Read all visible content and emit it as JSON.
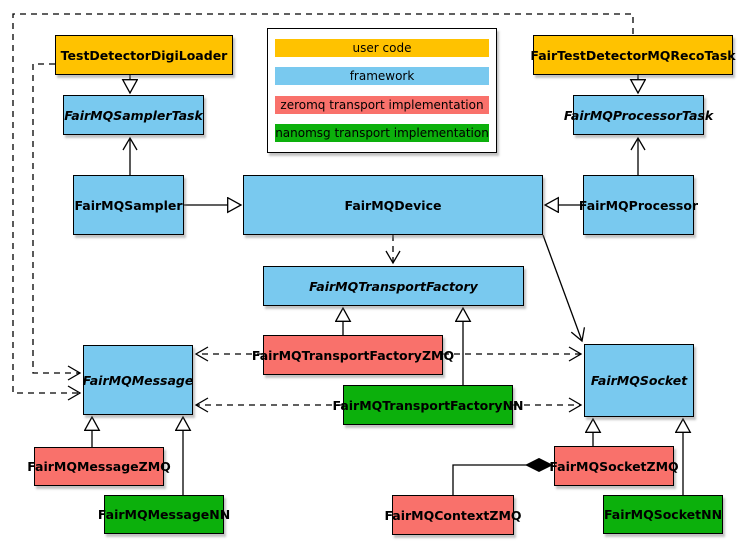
{
  "diagram": {
    "kind": "uml-class-diagram",
    "subject": "FairMQ transport classes"
  },
  "colors": {
    "user_code": "#ffc200",
    "framework": "#79c9ef",
    "zeromq": "#f9716b",
    "nanomsg": "#0cb00c",
    "background": "#ffffff",
    "line": "#000000"
  },
  "legend": {
    "items": [
      {
        "label": "user code",
        "category": "user_code"
      },
      {
        "label": "framework",
        "category": "framework"
      },
      {
        "label": "zeromq transport implementation",
        "category": "zeromq"
      },
      {
        "label": "nanomsg transport implementation",
        "category": "nanomsg"
      }
    ]
  },
  "nodes": {
    "test_detector_digi_loader": {
      "label": "TestDetectorDigiLoader",
      "category": "user_code",
      "abstract": false
    },
    "fair_test_detector_mq_reco_task": {
      "label": "FairTestDetectorMQRecoTask",
      "category": "user_code",
      "abstract": false
    },
    "fairmq_sampler_task": {
      "label": "FairMQSamplerTask",
      "category": "framework",
      "abstract": true
    },
    "fairmq_processor_task": {
      "label": "FairMQProcessorTask",
      "category": "framework",
      "abstract": true
    },
    "fairmq_sampler": {
      "label": "FairMQSampler",
      "category": "framework",
      "abstract": false
    },
    "fairmq_device": {
      "label": "FairMQDevice",
      "category": "framework",
      "abstract": false
    },
    "fairmq_processor": {
      "label": "FairMQProcessor",
      "category": "framework",
      "abstract": false
    },
    "fairmq_transport_factory": {
      "label": "FairMQTransportFactory",
      "category": "framework",
      "abstract": true
    },
    "fairmq_transport_factory_zmq": {
      "label": "FairMQTransportFactoryZMQ",
      "category": "zeromq",
      "abstract": false
    },
    "fairmq_transport_factory_nn": {
      "label": "FairMQTransportFactoryNN",
      "category": "nanomsg",
      "abstract": false
    },
    "fairmq_message": {
      "label": "FairMQMessage",
      "category": "framework",
      "abstract": true
    },
    "fairmq_socket": {
      "label": "FairMQSocket",
      "category": "framework",
      "abstract": true
    },
    "fairmq_message_zmq": {
      "label": "FairMQMessageZMQ",
      "category": "zeromq",
      "abstract": false
    },
    "fairmq_message_nn": {
      "label": "FairMQMessageNN",
      "category": "nanomsg",
      "abstract": false
    },
    "fairmq_context_zmq": {
      "label": "FairMQContextZMQ",
      "category": "zeromq",
      "abstract": false
    },
    "fairmq_socket_zmq": {
      "label": "FairMQSocketZMQ",
      "category": "zeromq",
      "abstract": false
    },
    "fairmq_socket_nn": {
      "label": "FairMQSocketNN",
      "category": "nanomsg",
      "abstract": false
    }
  },
  "relations": [
    {
      "from": "TestDetectorDigiLoader",
      "to": "FairMQSamplerTask",
      "type": "inheritance"
    },
    {
      "from": "FairTestDetectorMQRecoTask",
      "to": "FairMQProcessorTask",
      "type": "inheritance"
    },
    {
      "from": "FairMQSampler",
      "to": "FairMQSamplerTask",
      "type": "association-open-arrow"
    },
    {
      "from": "FairMQProcessor",
      "to": "FairMQProcessorTask",
      "type": "association-open-arrow"
    },
    {
      "from": "FairMQSampler",
      "to": "FairMQDevice",
      "type": "inheritance"
    },
    {
      "from": "FairMQProcessor",
      "to": "FairMQDevice",
      "type": "inheritance"
    },
    {
      "from": "FairMQDevice",
      "to": "FairMQTransportFactory",
      "type": "dependency-dashed"
    },
    {
      "from": "FairMQDevice",
      "to": "FairMQSocket",
      "type": "association-open-arrow"
    },
    {
      "from": "FairMQTransportFactoryZMQ",
      "to": "FairMQTransportFactory",
      "type": "inheritance"
    },
    {
      "from": "FairMQTransportFactoryNN",
      "to": "FairMQTransportFactory",
      "type": "inheritance"
    },
    {
      "from": "FairMQTransportFactoryZMQ",
      "to": "FairMQMessage",
      "type": "dependency-dashed"
    },
    {
      "from": "FairMQTransportFactoryZMQ",
      "to": "FairMQSocket",
      "type": "dependency-dashed"
    },
    {
      "from": "FairMQTransportFactoryNN",
      "to": "FairMQMessage",
      "type": "dependency-dashed"
    },
    {
      "from": "FairMQTransportFactoryNN",
      "to": "FairMQSocket",
      "type": "dependency-dashed"
    },
    {
      "from": "TestDetectorDigiLoader",
      "to": "FairMQMessage",
      "type": "dependency-dashed"
    },
    {
      "from": "FairTestDetectorMQRecoTask",
      "to": "FairMQMessage",
      "type": "dependency-dashed"
    },
    {
      "from": "FairMQMessageZMQ",
      "to": "FairMQMessage",
      "type": "inheritance"
    },
    {
      "from": "FairMQMessageNN",
      "to": "FairMQMessage",
      "type": "inheritance"
    },
    {
      "from": "FairMQSocketZMQ",
      "to": "FairMQSocket",
      "type": "inheritance"
    },
    {
      "from": "FairMQSocketNN",
      "to": "FairMQSocket",
      "type": "inheritance"
    },
    {
      "from": "FairMQSocketZMQ",
      "to": "FairMQContextZMQ",
      "type": "composition"
    }
  ]
}
